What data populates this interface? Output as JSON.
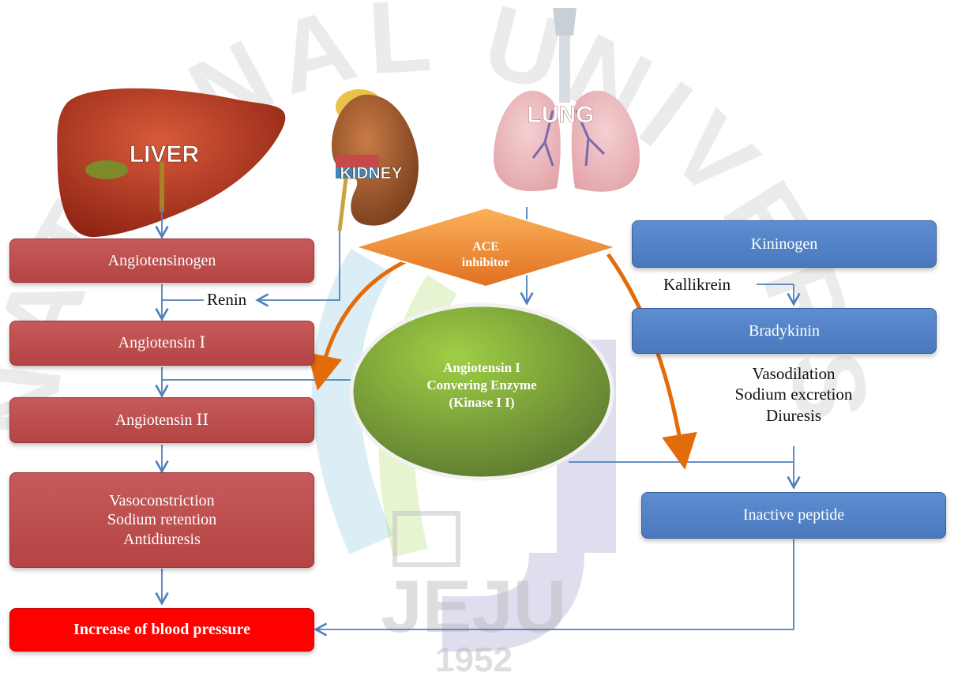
{
  "watermark": {
    "primary": "JEJU",
    "year": "1952",
    "arc_text": "NATIONAL UNIVERSITY"
  },
  "organs": {
    "liver": "LIVER",
    "kidney": "KIDNEY",
    "lung": "LUNG"
  },
  "colors": {
    "red_box": "#c0504d",
    "blue_box": "#4f81bd",
    "bp_box": "#ff0000",
    "arrow": "#4f81bd",
    "orange_arrow": "#e36c0a",
    "enzyme": "#77933c",
    "diamond": "#f79646"
  },
  "left": {
    "angiotensinogen": "Angiotensinogen",
    "renin": "Renin",
    "angiotensin1": "Angiotensin Ⅰ",
    "angiotensin2": "Angiotensin ⅠⅠ",
    "effects": [
      "Vasoconstriction",
      "Sodium retention",
      "Antidiuresis"
    ],
    "bp": "Increase of blood pressure"
  },
  "center": {
    "inhibitor": "ACE inhibitor",
    "enzyme": [
      "Angiotensin I",
      "Convering Enzyme",
      "(Kinase I I)"
    ]
  },
  "right": {
    "kininogen": "Kininogen",
    "kallikrein": "Kallikrein",
    "bradykinin": "Bradykinin",
    "effects": [
      "Vasodilation",
      "Sodium excretion",
      "Diuresis"
    ],
    "inactive": "Inactive peptide"
  }
}
